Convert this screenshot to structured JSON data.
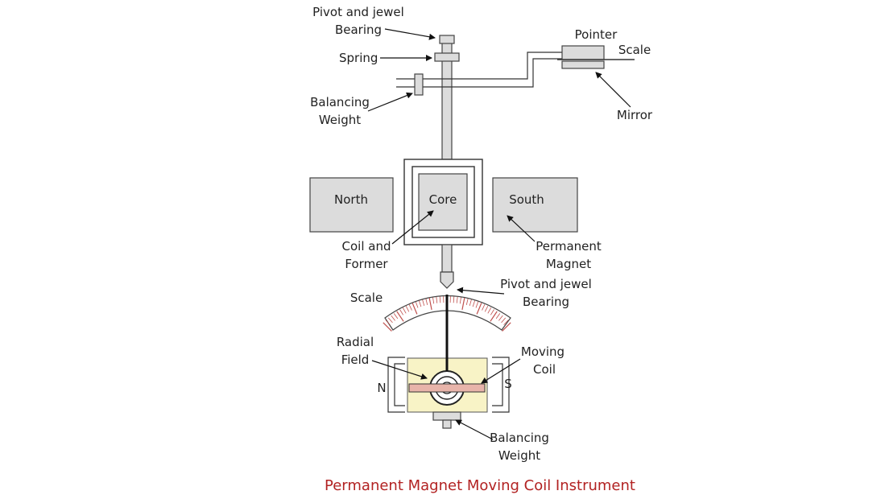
{
  "labels": {
    "top_pivot_1": "Pivot and jewel",
    "top_pivot_2": "Bearing",
    "spring": "Spring",
    "balancing_top_1": "Balancing",
    "balancing_top_2": "Weight",
    "pointer": "Pointer",
    "scale_top": "Scale",
    "mirror": "Mirror",
    "north": "North",
    "core": "Core",
    "south": "South",
    "coil_former_1": "Coil and",
    "coil_former_2": "Former",
    "permanent_magnet_1": "Permanent",
    "permanent_magnet_2": "Magnet",
    "bottom_pivot_1": "Pivot and jewel",
    "bottom_pivot_2": "Bearing",
    "scale_bottom": "Scale",
    "radial_field_1": "Radial",
    "radial_field_2": "Field",
    "moving_coil_1": "Moving",
    "moving_coil_2": "Coil",
    "n_pole": "N",
    "s_pole": "S",
    "balancing_bottom_1": "Balancing",
    "balancing_bottom_2": "Weight"
  },
  "title": "Permanent Magnet Moving Coil Instrument",
  "colors": {
    "title": "#b22222",
    "magnet_block": "#dcdcdc",
    "pole_gap": "#f8f3c6",
    "coil_bar": "#e8b4aa",
    "scale_ticks": "#c0504d"
  }
}
